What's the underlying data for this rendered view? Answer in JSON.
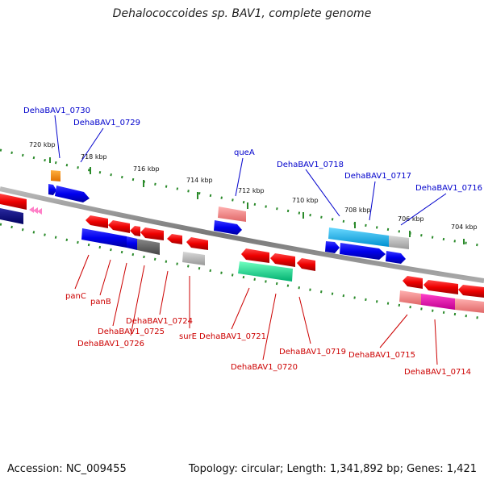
{
  "title": "Dehalococcoides sp. BAV1, complete genome",
  "footer": {
    "accession": "Accession: NC_009455",
    "summary": "Topology: circular; Length: 1,341,892 bp; Genes: 1,421"
  },
  "colors": {
    "top_label": "#0000cc",
    "bottom_label": "#cc0000",
    "backbone": "#888888",
    "ticks": "#2a8a2a"
  },
  "ticks": [
    "720 kbp",
    "718 kbp",
    "716 kbp",
    "714 kbp",
    "712 kbp",
    "710 kbp",
    "708 kbp",
    "706 kbp",
    "704 kbp"
  ],
  "top_labels": [
    "DehaBAV1_0730",
    "DehaBAV1_0729",
    "queA",
    "DehaBAV1_0718",
    "DehaBAV1_0717",
    "DehaBAV1_0716"
  ],
  "bottom_labels": [
    "panC",
    "panB",
    "DehaBAV1_0725",
    "DehaBAV1_0726",
    "DehaBAV1_0724",
    "surE",
    "DehaBAV1_0721",
    "DehaBAV1_0720",
    "DehaBAV1_0719",
    "DehaBAV1_0715",
    "DehaBAV1_0714"
  ]
}
